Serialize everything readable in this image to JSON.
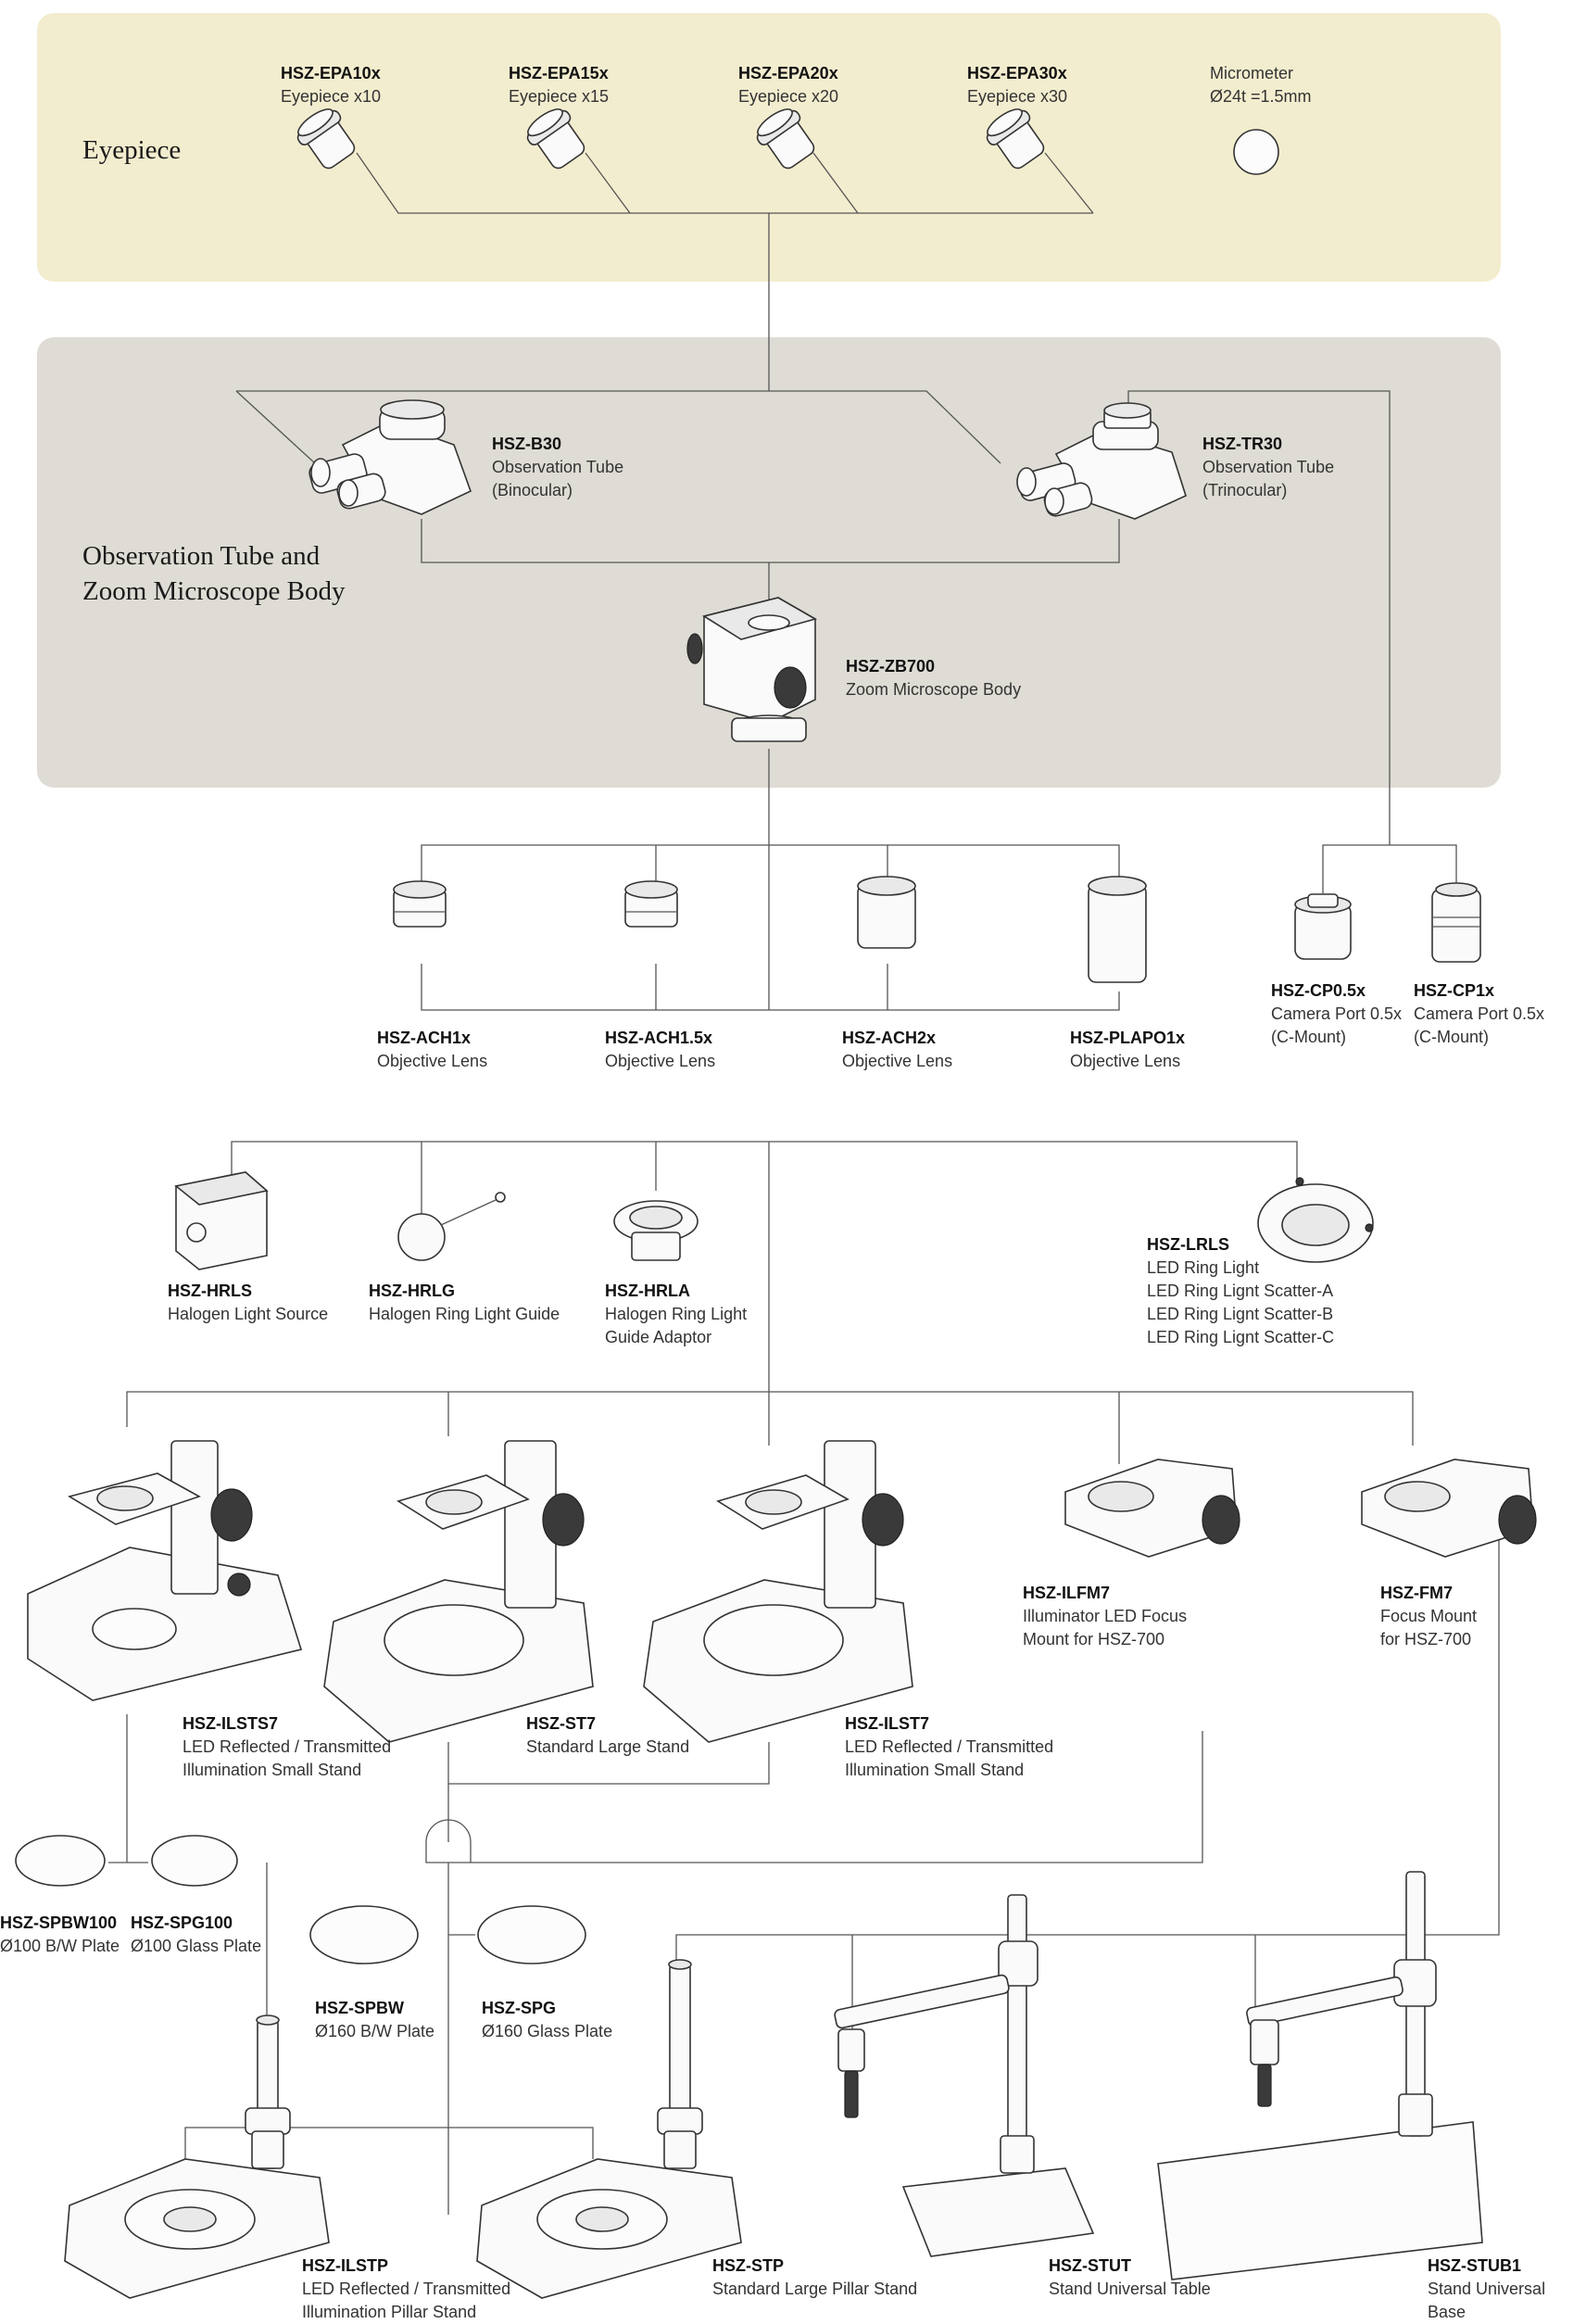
{
  "sections": {
    "eyepiece": "Eyepiece",
    "tube": "Observation Tube and\nZoom Microscope Body"
  },
  "items": {
    "epa10": {
      "code": "HSZ-EPA10x",
      "desc": "Eyepiece x10"
    },
    "epa15": {
      "code": "HSZ-EPA15x",
      "desc": "Eyepiece x15"
    },
    "epa20": {
      "code": "HSZ-EPA20x",
      "desc": "Eyepiece x20"
    },
    "epa30": {
      "code": "HSZ-EPA30x",
      "desc": "Eyepiece x30"
    },
    "micrometer": {
      "code": "Micrometer",
      "desc": "Ø24t =1.5mm"
    },
    "b30": {
      "code": "HSZ-B30",
      "desc": "Observation Tube\n(Binocular)"
    },
    "tr30": {
      "code": "HSZ-TR30",
      "desc": "Observation Tube\n(Trinocular)"
    },
    "zb700": {
      "code": "HSZ-ZB700",
      "desc": "Zoom Microscope Body"
    },
    "ach1": {
      "code": "HSZ-ACH1x",
      "desc": "Objective Lens"
    },
    "ach15": {
      "code": "HSZ-ACH1.5x",
      "desc": "Objective Lens"
    },
    "ach2": {
      "code": "HSZ-ACH2x",
      "desc": "Objective Lens"
    },
    "plapo": {
      "code": "HSZ-PLAPO1x",
      "desc": "Objective Lens"
    },
    "cp05": {
      "code": "HSZ-CP0.5x",
      "desc": "Camera Port 0.5x\n(C-Mount)"
    },
    "cp1": {
      "code": "HSZ-CP1x",
      "desc": "Camera Port 0.5x\n(C-Mount)"
    },
    "hrls": {
      "code": "HSZ-HRLS",
      "desc": "Halogen Light Source"
    },
    "hrlg": {
      "code": "HSZ-HRLG",
      "desc": "Halogen Ring Light Guide"
    },
    "hrla": {
      "code": "HSZ-HRLA",
      "desc": "Halogen Ring Light\nGuide Adaptor"
    },
    "lrls": {
      "code": "HSZ-LRLS",
      "desc": "LED Ring Light\nLED Ring Lignt Scatter-A\nLED Ring Lignt Scatter-B\nLED Ring Lignt Scatter-C"
    },
    "ilfm7": {
      "code": "HSZ-ILFM7",
      "desc": "Illuminator LED Focus\nMount for HSZ-700"
    },
    "fm7": {
      "code": "HSZ-FM7",
      "desc": "Focus Mount\nfor HSZ-700"
    },
    "ilsts7": {
      "code": "HSZ-ILSTS7",
      "desc": "LED Reflected / Transmitted\nIllumination Small Stand"
    },
    "st7": {
      "code": "HSZ-ST7",
      "desc": "Standard Large Stand"
    },
    "ilst7": {
      "code": "HSZ-ILST7",
      "desc": "LED Reflected / Transmitted\nIllumination Small Stand"
    },
    "spbw100": {
      "code": "HSZ-SPBW100",
      "desc": "Ø100 B/W Plate"
    },
    "spg100": {
      "code": "HSZ-SPG100",
      "desc": "Ø100 Glass Plate"
    },
    "spbw": {
      "code": "HSZ-SPBW",
      "desc": "Ø160 B/W Plate"
    },
    "spg": {
      "code": "HSZ-SPG",
      "desc": "Ø160 Glass Plate"
    },
    "ilstp": {
      "code": "HSZ-ILSTP",
      "desc": "LED Reflected / Transmitted\nIllumination Pillar Stand"
    },
    "stp": {
      "code": "HSZ-STP",
      "desc": "Standard Large Pillar Stand"
    },
    "stut": {
      "code": "HSZ-STUT",
      "desc": "Stand Universal Table"
    },
    "stub1": {
      "code": "HSZ-STUB1",
      "desc": "Stand Universal Base"
    }
  }
}
